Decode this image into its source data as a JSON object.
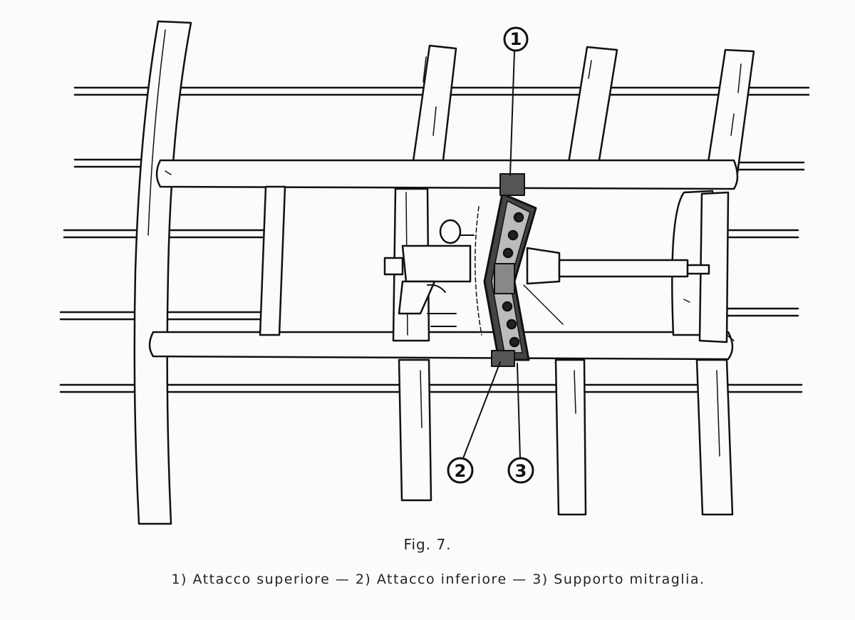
{
  "figure": {
    "title": "Fig. 7.",
    "caption": "1) Attacco superiore — 2) Attacco inferiore — 3) Supporto mitraglia.",
    "callouts": [
      {
        "label": "1",
        "meaning": "Attacco superiore"
      },
      {
        "label": "2",
        "meaning": "Attacco inferiore"
      },
      {
        "label": "3",
        "meaning": "Supporto mitraglia"
      }
    ]
  },
  "colors": {
    "ink": "#111111",
    "paper": "#fbfbf9",
    "shade": "#555555"
  }
}
